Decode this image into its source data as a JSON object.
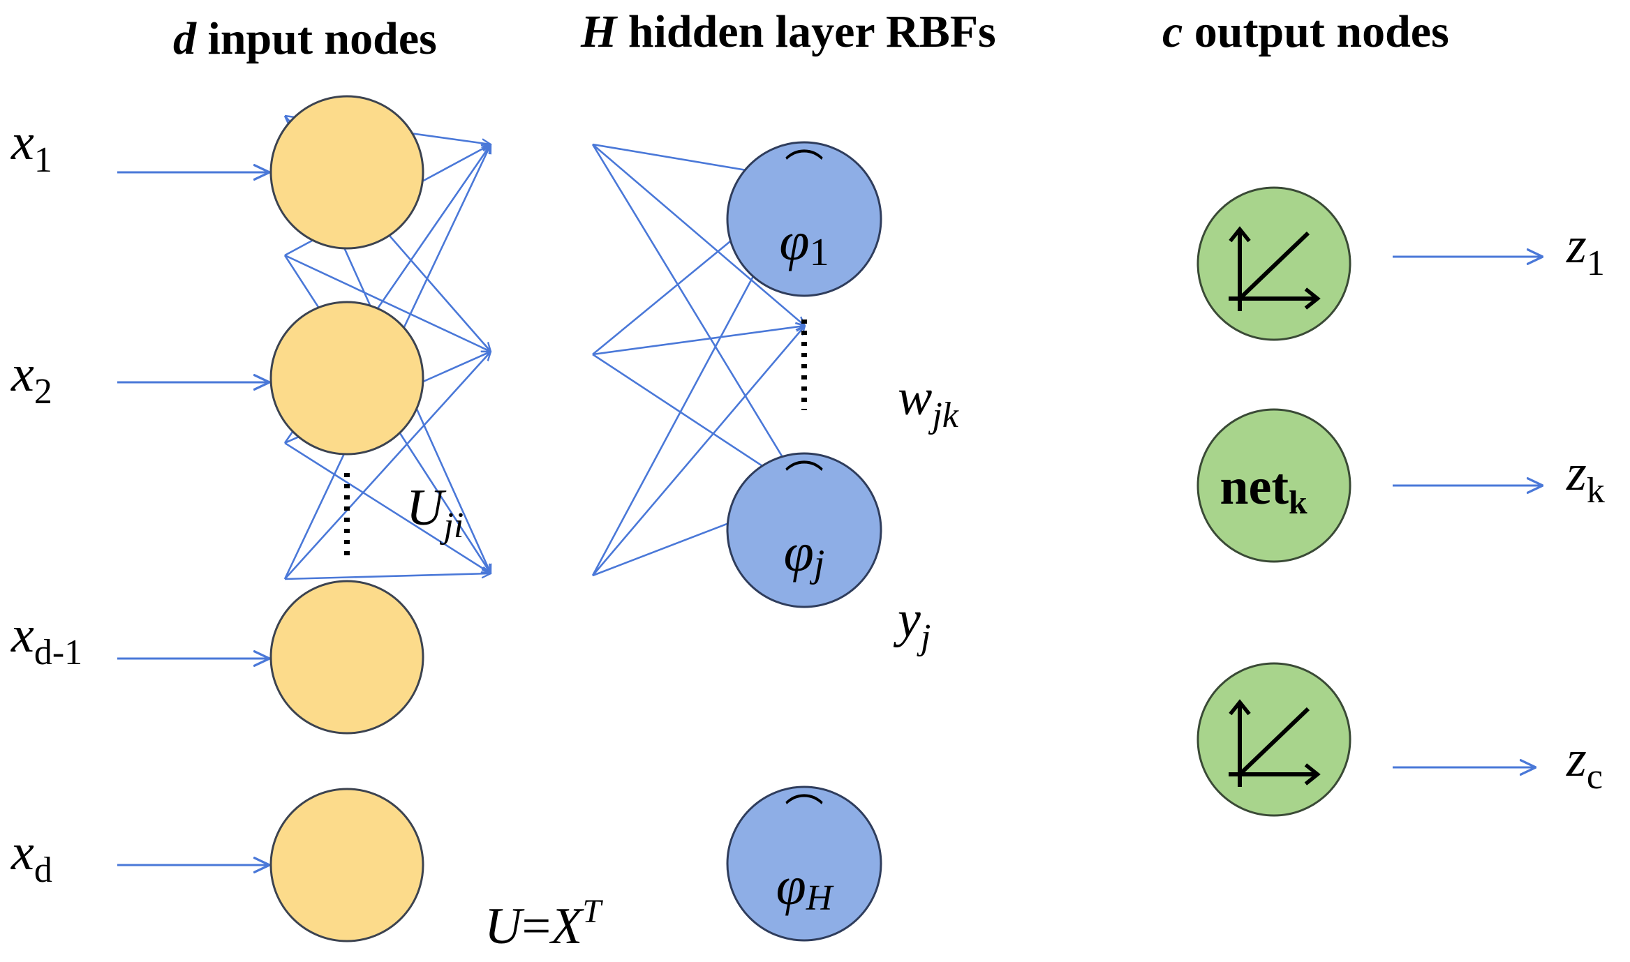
{
  "headers": {
    "input_var": "d",
    "input_text": " input nodes",
    "hidden_var": "H",
    "hidden_text": " hidden layer RBFs",
    "output_var": "c",
    "output_text": " output nodes"
  },
  "inputs": [
    {
      "base": "x",
      "sub": "1"
    },
    {
      "base": "x",
      "sub": "2"
    },
    {
      "base": "x",
      "sub": "d-1"
    },
    {
      "base": "x",
      "sub": "d"
    }
  ],
  "hidden": [
    {
      "symbol": "φ",
      "sub": "1",
      "cap": "⌒"
    },
    {
      "symbol": "φ",
      "sub": "j",
      "cap": "⌒"
    },
    {
      "symbol": "φ",
      "sub": "H",
      "cap": "⌒"
    }
  ],
  "outputs": [
    {
      "base": "z",
      "sub": "1",
      "node": "axes-icon"
    },
    {
      "base": "z",
      "sub": "k",
      "node": "net",
      "net_label": "net",
      "net_sub": "k"
    },
    {
      "base": "z",
      "sub": "c",
      "node": "axes-icon"
    }
  ],
  "weight_labels": {
    "u_base": "U",
    "u_sub": "ji",
    "w_base": "w",
    "w_sub": "jk",
    "y_base": "y",
    "y_sub": "j",
    "formula_u": "U",
    "formula_eq": "=",
    "formula_x": "X",
    "formula_sup": "T"
  },
  "colors": {
    "edge": "#4a78d8",
    "input_fill": "#fcdb8b",
    "hidden_fill": "#8eaee6",
    "output_fill": "#a8d48c"
  }
}
